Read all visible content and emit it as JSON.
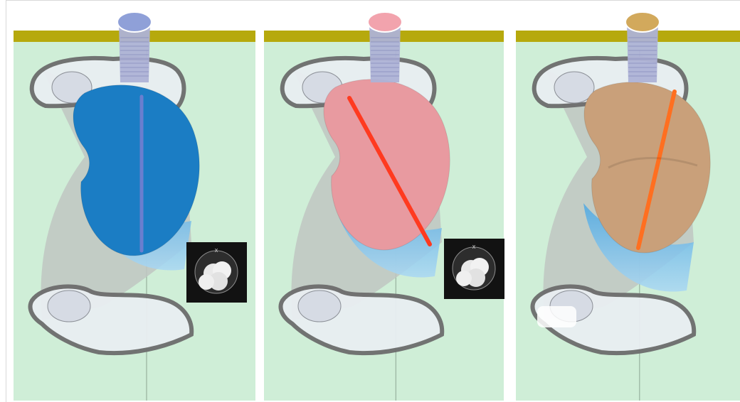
{
  "figure": {
    "panels": [
      {
        "id": "panel-1",
        "tube_color": "#8fa0d8",
        "cut_color": "#6f7fd0",
        "body_color": "#1b7dc4",
        "inset": {
          "visible": true,
          "glyph": "x"
        }
      },
      {
        "id": "panel-2",
        "tube_color": "#f2a3ad",
        "cut_color": "#ff3a20",
        "body_color": "#e89aa0",
        "inset": {
          "visible": true,
          "glyph": "x"
        }
      },
      {
        "id": "panel-3",
        "tube_color": "#d2a95c",
        "cut_color": "#ff6f20",
        "body_color": "#c9a07a",
        "inset": {
          "visible": false,
          "glyph": ""
        }
      }
    ],
    "colors": {
      "background_mint": "#cfeed7",
      "top_band_olive": "#b6a90d",
      "gray_shadow": "#bfc6c2",
      "bone_light": "#e9eef2",
      "outline": "#6d6d6d",
      "shadow_blue": "#4ea8e2"
    }
  }
}
